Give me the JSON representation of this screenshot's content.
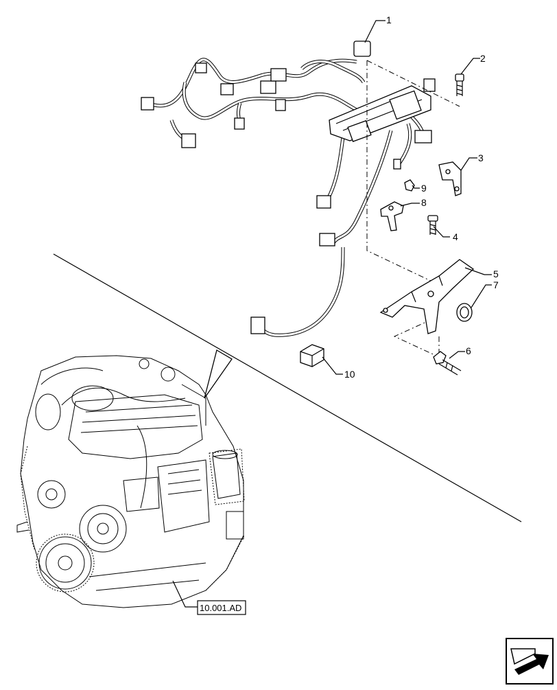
{
  "callouts": [
    "1",
    "2",
    "3",
    "4",
    "5",
    "6",
    "7",
    "8",
    "9",
    "10"
  ],
  "reference": "10.001.AD"
}
